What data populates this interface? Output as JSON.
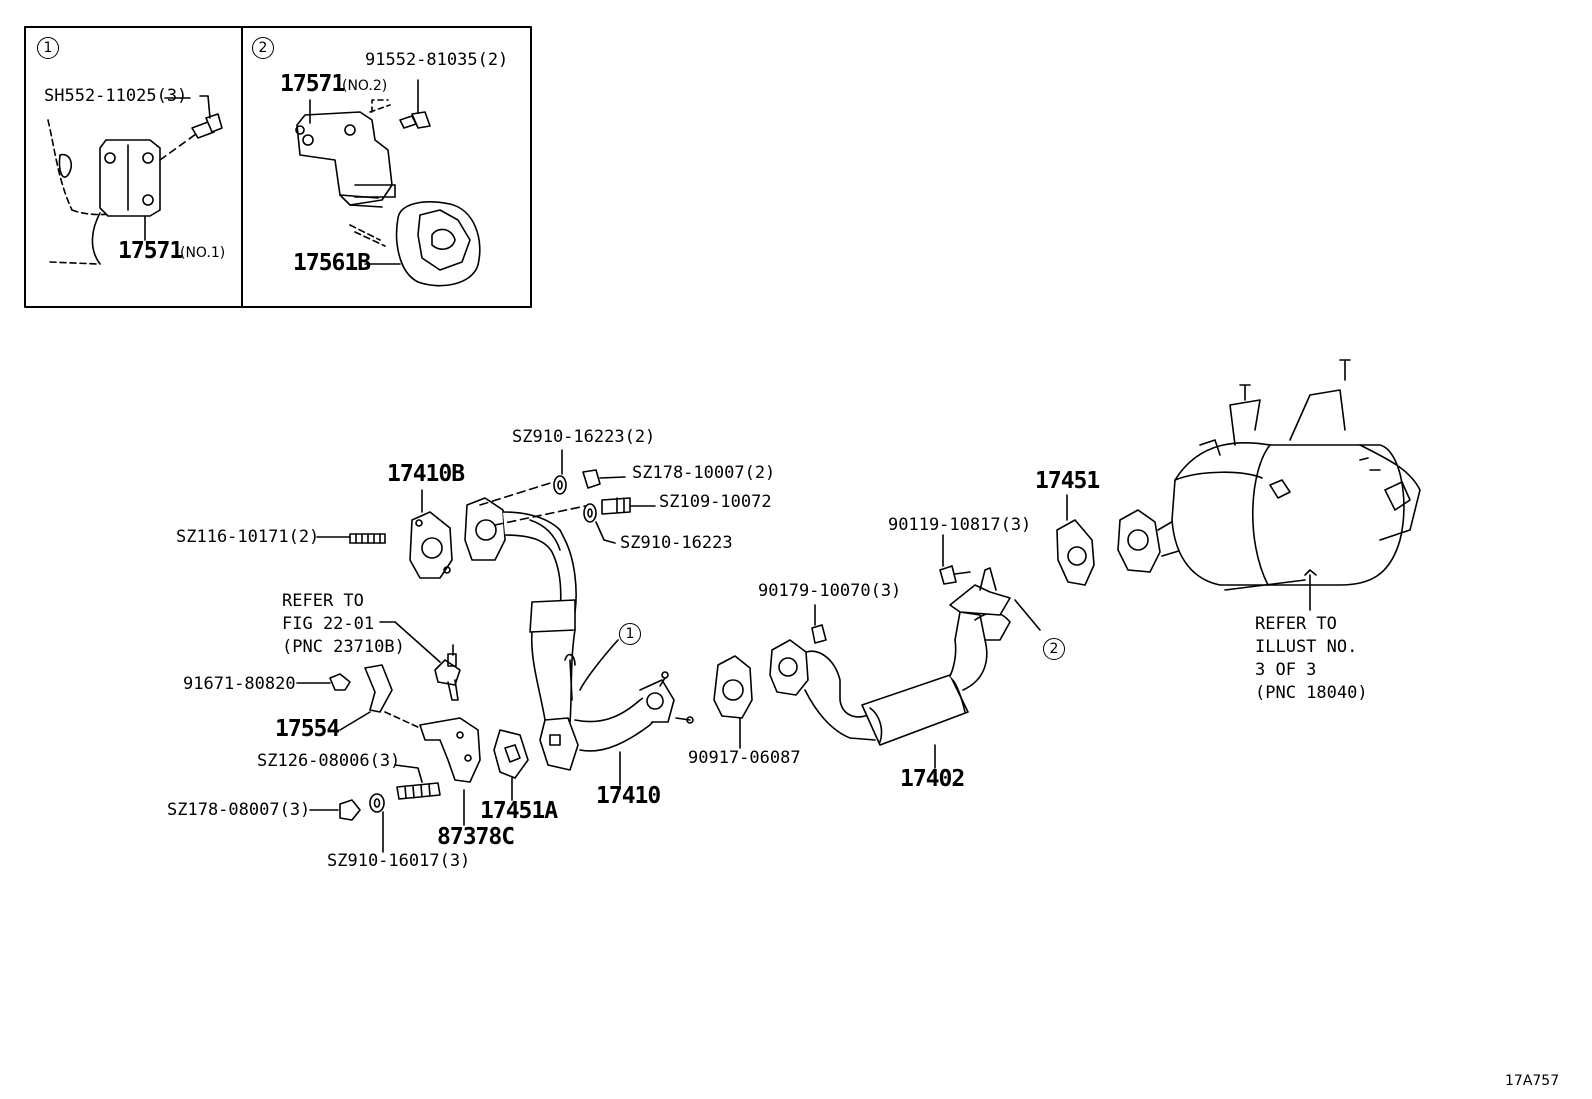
{
  "inset": {
    "panel1": {
      "circle": "1",
      "bolt": "SH552-11025(3)",
      "bracket": "17571",
      "bracket_note": "(NO.1)"
    },
    "panel2": {
      "circle": "2",
      "bolt": "91552-81035(2)",
      "bracket": "17571",
      "bracket_note": "(NO.2)",
      "hanger": "17561B"
    }
  },
  "parts": {
    "washer_top": "SZ910-16223(2)",
    "nut_top": "SZ178-10007(2)",
    "bolt_top": "SZ109-10072",
    "washer_mid": "SZ910-16223",
    "gasket_17410b": "17410B",
    "stud_left": "SZ116-10171(2)",
    "refer_line1": "REFER TO",
    "refer_line2": "FIG 22-01",
    "refer_line3": "(PNC 23710B)",
    "bolt_91671": "91671-80820",
    "bracket_17554": "17554",
    "stud_sz126": "SZ126-08006(3)",
    "nut_sz178": "SZ178-08007(3)",
    "bracket_87378c": "87378C",
    "washer_sz910": "SZ910-16017(3)",
    "gasket_17451a": "17451A",
    "pipe_17410": "17410",
    "gasket_90917": "90917-06087",
    "nut_90179": "90179-10070(3)",
    "bolt_90119": "90119-10817(3)",
    "pipe_17402": "17402",
    "gasket_17451": "17451",
    "ref2_line1": "REFER TO",
    "ref2_line2": "ILLUST NO.",
    "ref2_line3": "3 OF 3",
    "ref2_line4": "(PNC 18040)",
    "callout1": "1",
    "callout2": "2"
  },
  "figure_id": "17A757"
}
